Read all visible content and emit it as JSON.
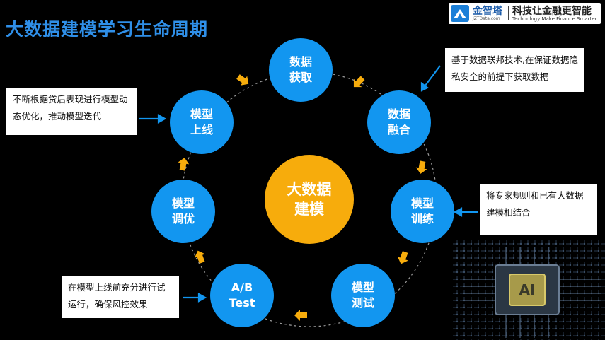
{
  "title": "大数据建模学习生命周期",
  "logo": {
    "brand": "金智塔",
    "domain": "JZTData.com",
    "slogan": "科技让金融更智能",
    "slogan_en": "Technology Make Finance Smarter"
  },
  "center": "大数据\n建模",
  "nodes": [
    {
      "id": "acquire",
      "label": "数据\n获取"
    },
    {
      "id": "fusion",
      "label": "数据\n融合"
    },
    {
      "id": "train",
      "label": "模型\n训练"
    },
    {
      "id": "test",
      "label": "模型\n测试"
    },
    {
      "id": "abtest",
      "label": "A/B\nTest"
    },
    {
      "id": "tune",
      "label": "模型\n调优"
    },
    {
      "id": "launch",
      "label": "模型\n上线"
    }
  ],
  "notes": {
    "acquire": "基于数据联邦技术,在保证数据隐私安全的前提下获取数据",
    "train": "将专家规则和已有大数据建模相结合",
    "abtest": "在模型上线前充分进行试运行，确保风控效果",
    "launch": "不断根据贷后表现进行模型动态优化，推动模型迭代"
  },
  "colors": {
    "node": "#1296f0",
    "center": "#f7ac0c",
    "arrow": "#f7ac0c",
    "title": "#2f8fe8"
  },
  "icons": [
    "logo-icon",
    "chip-icon"
  ]
}
